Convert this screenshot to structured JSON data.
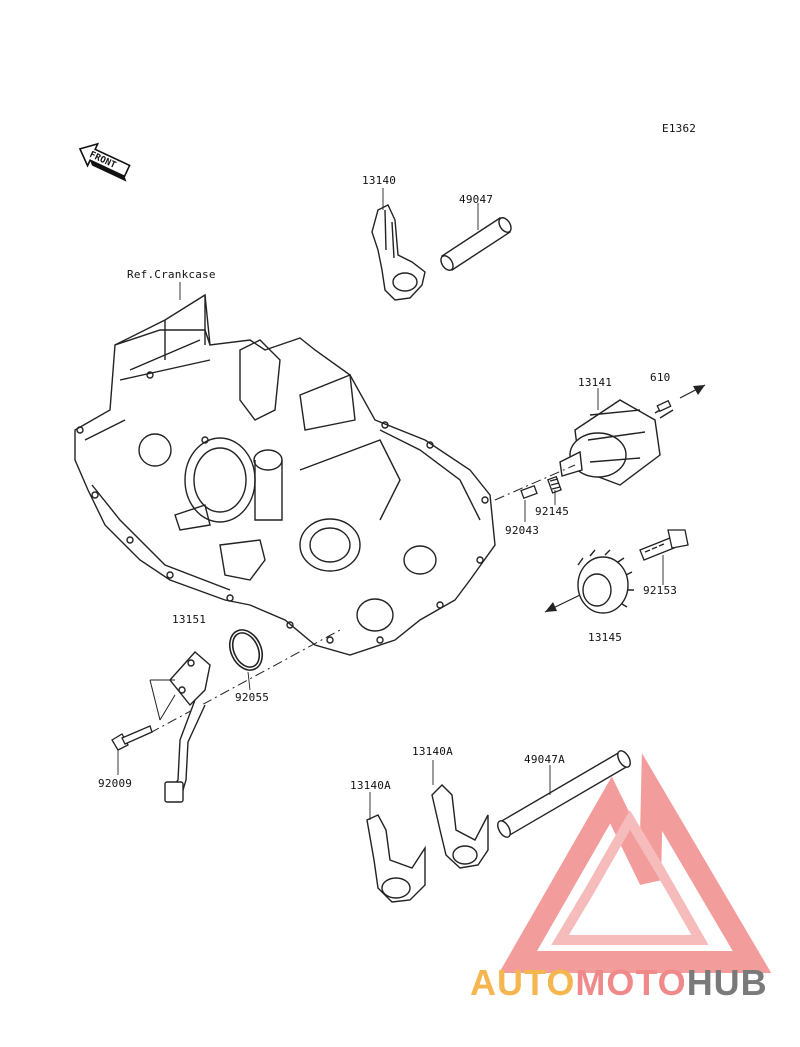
{
  "diagram_code": "E1362",
  "front_label": "FRONT",
  "ref_label": "Ref.Crankcase",
  "part_labels": {
    "p13140": "13140",
    "p49047": "49047",
    "p13141": "13141",
    "p610": "610",
    "p92145": "92145",
    "p92043": "92043",
    "p92153": "92153",
    "p13145": "13145",
    "p13151": "13151",
    "p92055": "92055",
    "p92009": "92009",
    "p13140A_top": "13140A",
    "p13140A_left": "13140A",
    "p49047A": "49047A"
  },
  "watermark": {
    "auto": "AUTO",
    "moto": "MOTO",
    "hub": "HUB",
    "colors": {
      "auto": "#f6b64f",
      "moto": "#f08a8a",
      "hub": "#7a7a7a",
      "logo": "#f28b8b"
    }
  }
}
